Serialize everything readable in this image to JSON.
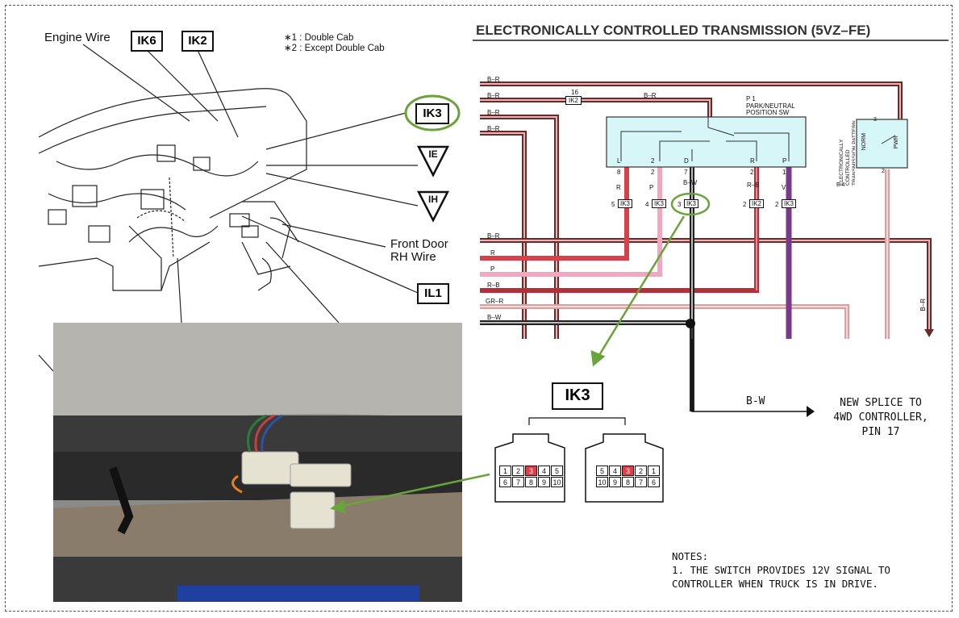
{
  "left_diagram": {
    "engine_wire": "Engine Wire",
    "ik6": "IK6",
    "ik2": "IK2",
    "note1": "∗1 : Double Cab",
    "note2": "∗2 : Except Double Cab",
    "ik3": "IK3",
    "ie": "IE",
    "ih": "IH",
    "front_door_1": "Front Door",
    "front_door_2": "RH Wire",
    "il1": "IL1"
  },
  "schematic": {
    "title": "ELECTRONICALLY CONTROLLED TRANSMISSION (5VZ–FE)",
    "wires_left": [
      "B–R",
      "B–R",
      "B–R",
      "B–R"
    ],
    "conn16": "16",
    "conn_ik2": "IK2",
    "br_top": "B–R",
    "p1_line1": "P 1",
    "p1_line2": "PARK/NEUTRAL",
    "p1_line3": "POSITION SW",
    "switch_pins": [
      "L",
      "2",
      "D",
      "R",
      "P"
    ],
    "pin_nums_top": [
      "8",
      "2",
      "7",
      "2",
      "1"
    ],
    "wire_cols": [
      "R",
      "P",
      "B–W",
      "R–B",
      "V"
    ],
    "conns": [
      {
        "pin": "5",
        "name": "IK3"
      },
      {
        "pin": "4",
        "name": "IK3"
      },
      {
        "pin": "3",
        "name": "IK3"
      },
      {
        "pin": "2",
        "name": "IK2"
      },
      {
        "pin": "2",
        "name": "IK3"
      }
    ],
    "e4_label": "E 4",
    "e4_desc": "ELECTRONICALLY CONTROLLED TRANSMISSION PATTERN SELECT SW",
    "norm": "NORM",
    "pwr": "PWR",
    "e4_pin_top": "3",
    "e4_pin_bot": "2",
    "bus_labels": [
      "B–R",
      "R",
      "P",
      "R–B",
      "GR–R",
      "B–W"
    ],
    "br_right": "B–R"
  },
  "annotations": {
    "ik3_big": "IK3",
    "bw_label": "B-W",
    "splice_1": "NEW SPLICE TO",
    "splice_2": "4WD CONTROLLER,",
    "splice_3": "PIN 17",
    "notes_title": "NOTES:",
    "note_line1": "1. THE SWITCH PROVIDES 12V SIGNAL TO",
    "note_line2": "CONTROLLER WHEN TRUCK IS IN DRIVE."
  },
  "connector_left": {
    "row1": [
      "1",
      "2",
      "3",
      "4",
      "5"
    ],
    "row2": [
      "6",
      "7",
      "8",
      "9",
      "10"
    ]
  },
  "connector_right": {
    "row1": [
      "5",
      "4",
      "3",
      "2",
      "1"
    ],
    "row2": [
      "10",
      "9",
      "8",
      "7",
      "6"
    ]
  },
  "colors": {
    "red": "#d9414a",
    "pink": "#f0a8c0",
    "br": "#6b2a2a",
    "purple": "#7a3a8a",
    "green": "#6aa33a",
    "cyan": "#d6f6f8"
  }
}
